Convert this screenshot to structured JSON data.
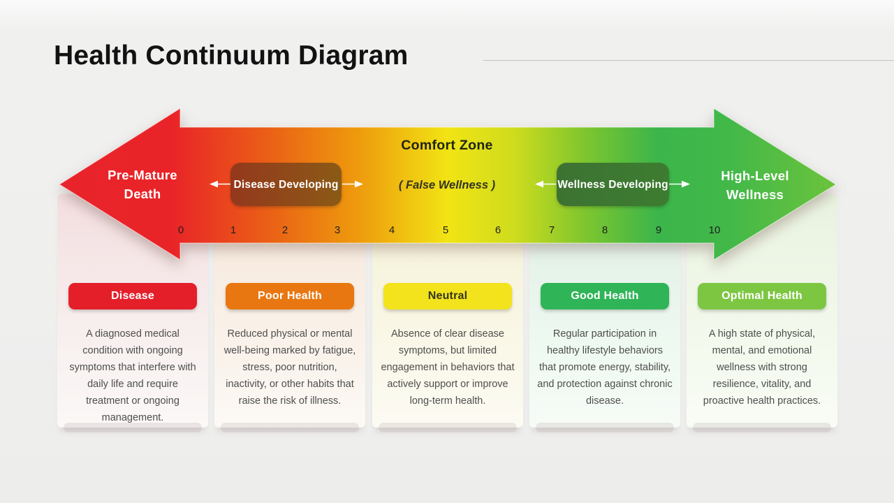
{
  "slide": {
    "title": "Health Continuum Diagram",
    "divider_color": "#c2c2c2",
    "background": "#efefee"
  },
  "continuum": {
    "left_label": "Pre-Mature Death",
    "right_label": "High-Level Wellness",
    "center_title": "Comfort Zone",
    "center_subtitle": "( False Wellness )",
    "left_zone_box": "Disease Developing",
    "left_zone_box_bg": "linear-gradient(90deg,#94381c,#8b5a16)",
    "right_zone_box": "Wellness Developing",
    "right_zone_box_bg": "linear-gradient(90deg,#3d7233,#3d7d30)",
    "scale": [
      "0",
      "1",
      "2",
      "3",
      "4",
      "5",
      "6",
      "7",
      "8",
      "9",
      "10"
    ],
    "gradient": [
      "#e9232b",
      "#e92428",
      "#ea6016",
      "#ee9b0d",
      "#f1e414",
      "#cfdc1d",
      "#7fc62e",
      "#3cb54a",
      "#42b849",
      "#6bc33c"
    ]
  },
  "columns": [
    {
      "badge": "Disease",
      "badge_bg": "#e41f2a",
      "badge_fg": "#ffffff",
      "card_bg": "linear-gradient(180deg,#f3dee0 0%,#f8f2f1 70%,#fbf8f7 100%)",
      "description": "A diagnosed medical condition with ongoing symptoms that interfere with daily life and require treatment or ongoing management."
    },
    {
      "badge": "Poor Health",
      "badge_bg": "#e97711",
      "badge_fg": "#ffffff",
      "card_bg": "linear-gradient(180deg,#f6e7d9 0%,#faf3ec 70%,#fcf9f5 100%)",
      "description": "Reduced physical or mental well-being marked by fatigue, stress, poor nutrition, inactivity, or other habits that raise the risk of illness."
    },
    {
      "badge": "Neutral",
      "badge_bg": "#f2e31c",
      "badge_fg": "#35351f",
      "card_bg": "linear-gradient(180deg,#f4f0d6 0%,#faf8e9 70%,#fcfbf3 100%)",
      "description": "Absence of clear disease symptoms, but limited engagement in behaviors that actively support or improve long-term health."
    },
    {
      "badge": "Good Health",
      "badge_bg": "#2fb457",
      "badge_fg": "#ffffff",
      "card_bg": "linear-gradient(180deg,#dfeee3 0%,#effaf2 70%,#f7fbf7 100%)",
      "description": "Regular participation in healthy lifestyle behaviors that promote energy, stability, and protection against chronic disease."
    },
    {
      "badge": "Optimal Health",
      "badge_bg": "#7dc642",
      "badge_fg": "#ffffff",
      "card_bg": "linear-gradient(180deg,#e9f2e0 0%,#f4faee 70%,#f9fcf6 100%)",
      "description": "A high state of physical, mental, and emotional wellness with strong resilience, vitality, and proactive health practices."
    }
  ]
}
